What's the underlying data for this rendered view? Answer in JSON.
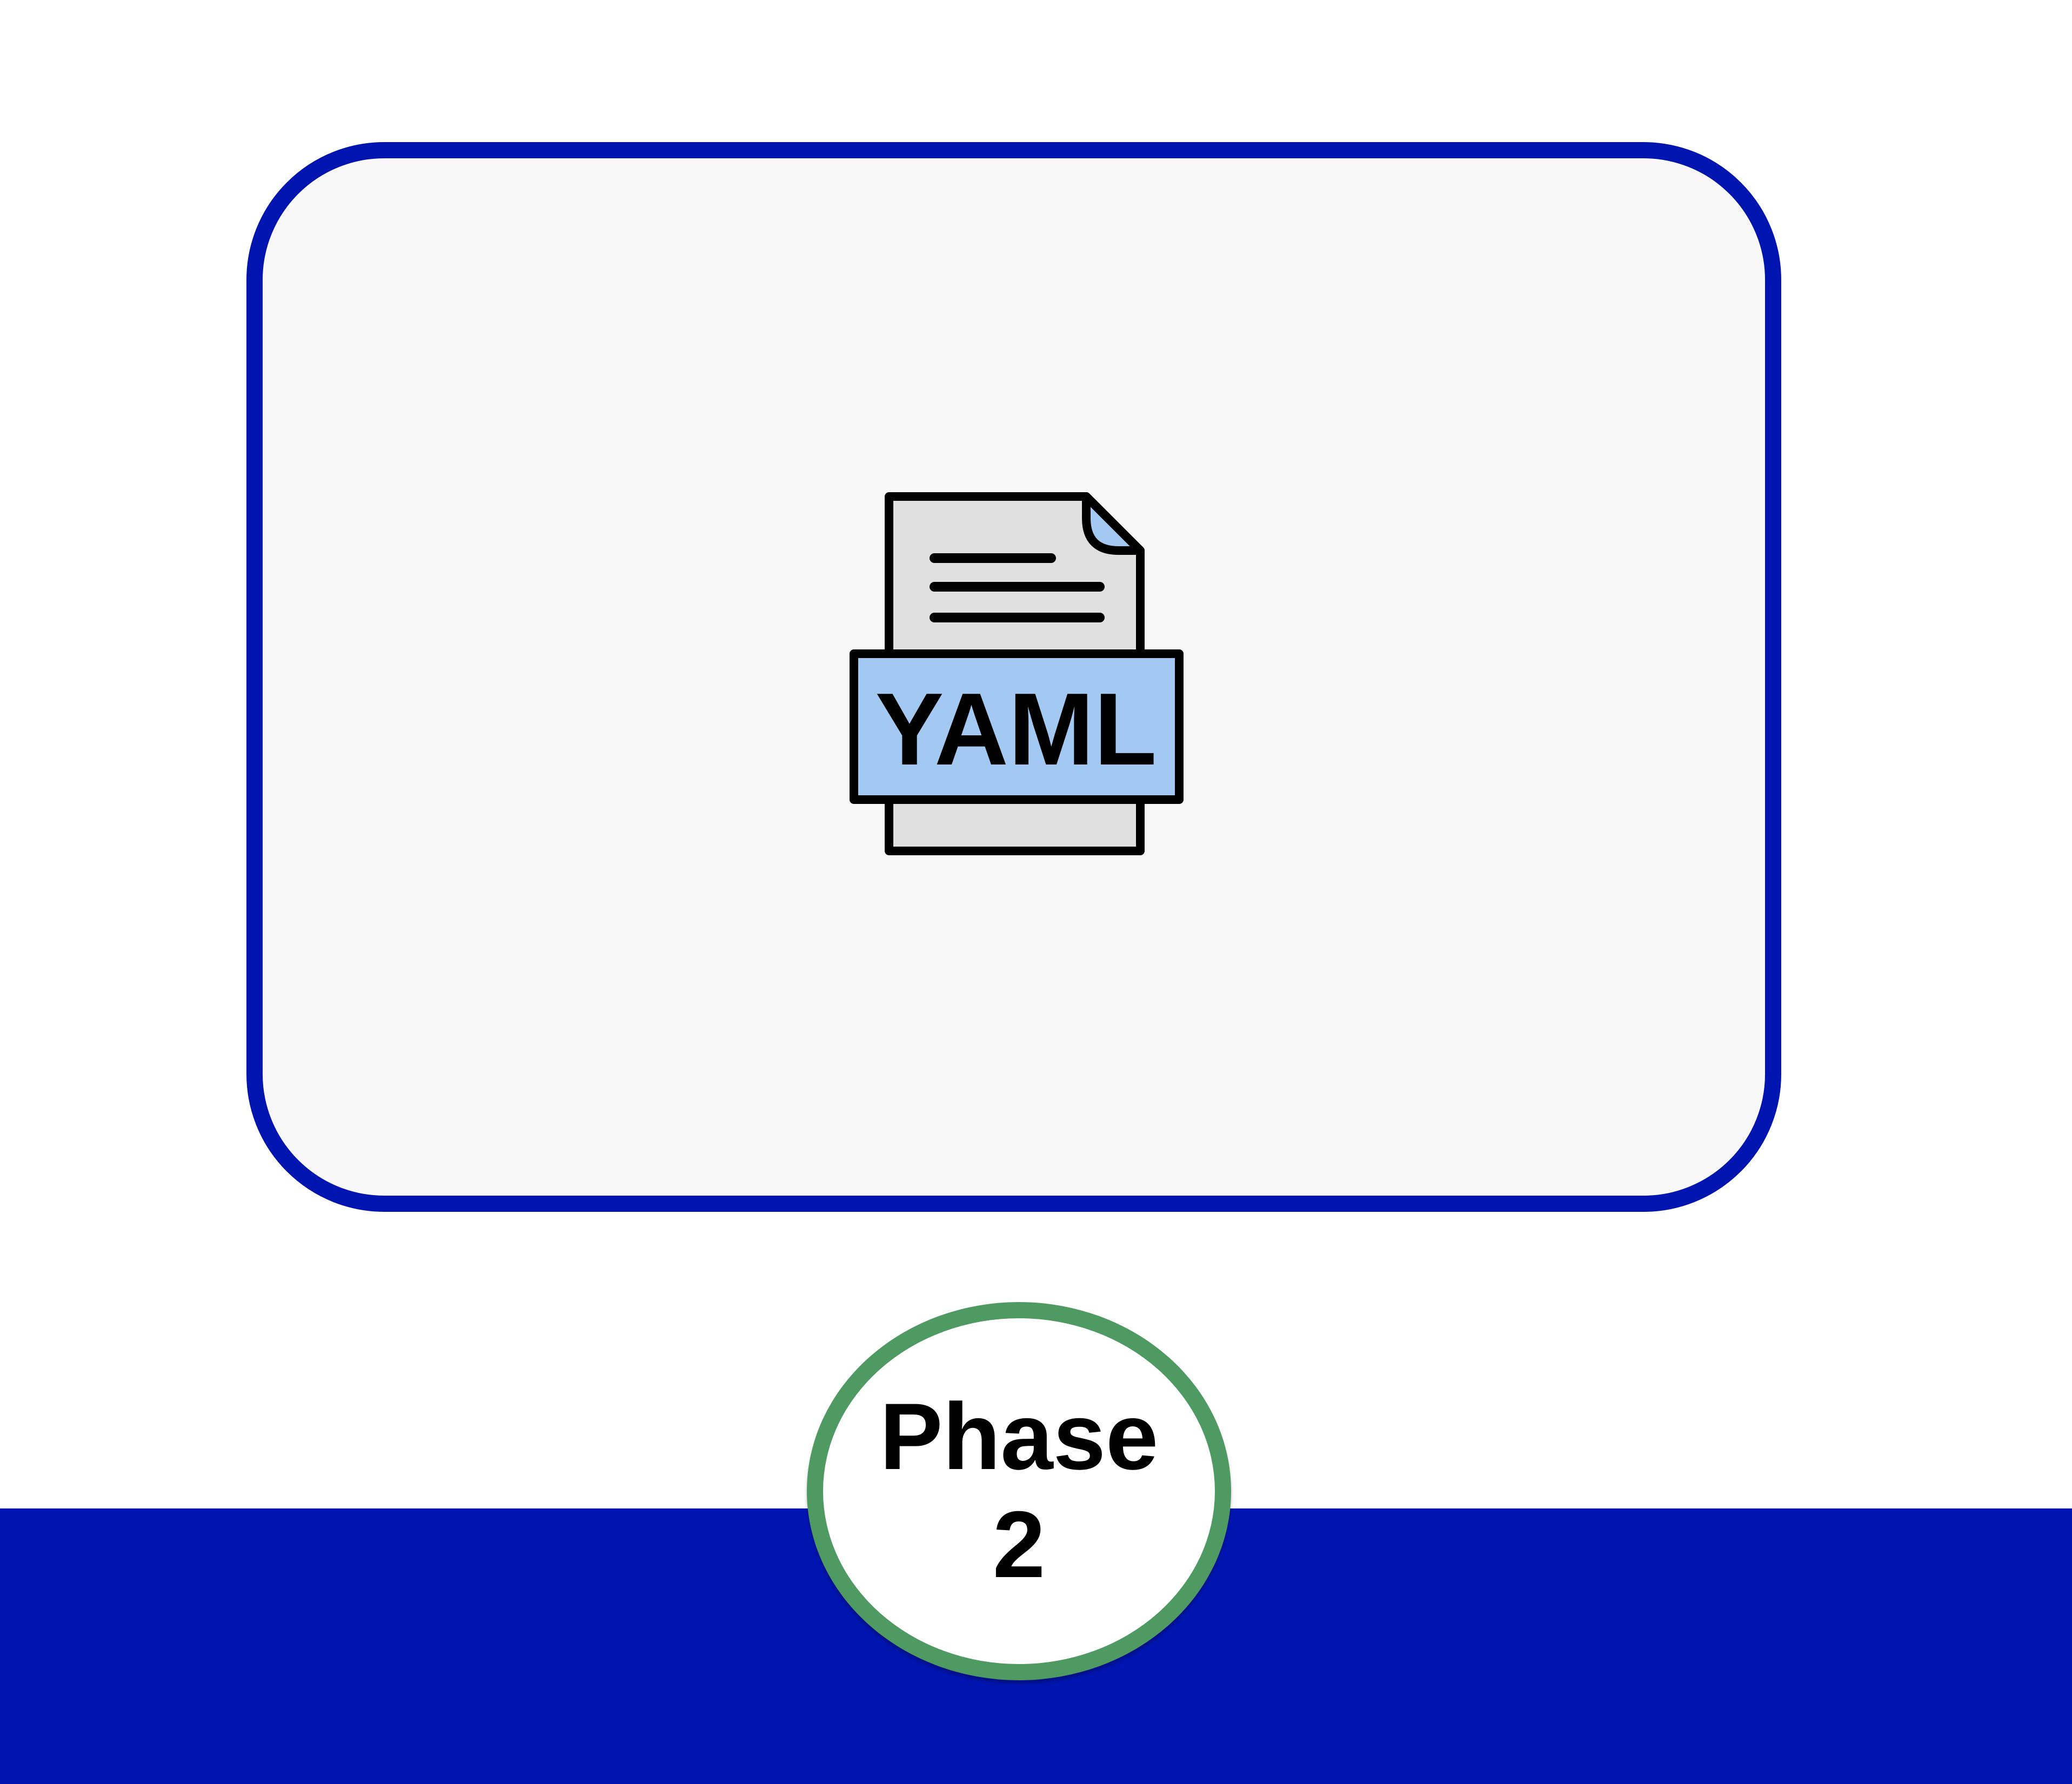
{
  "card": {
    "icon": "yaml-file-icon",
    "icon_label": "YAML"
  },
  "badge": {
    "line1": "Phase",
    "line2": "2"
  },
  "colors": {
    "accent_blue": "#0015b0",
    "badge_ring_green": "#4e9a62",
    "card_fill": "#f8f8f8",
    "file_body_gray": "#e0e0e0",
    "label_fill_blue": "#a3c9f2"
  }
}
